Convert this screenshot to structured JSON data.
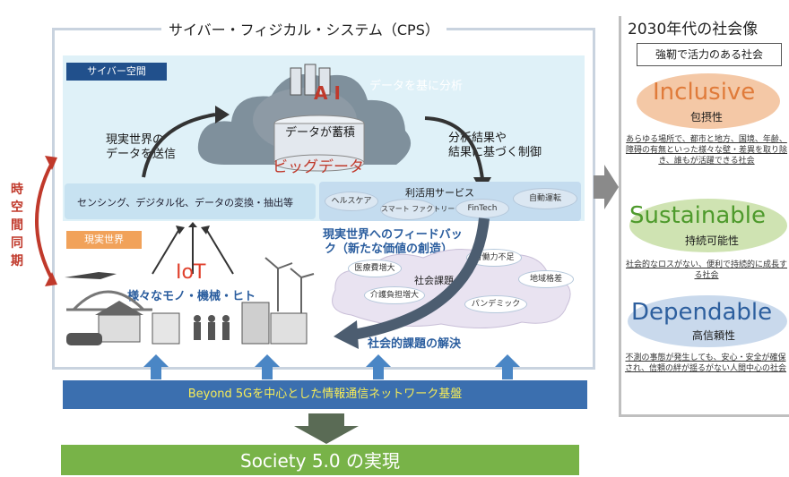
{
  "cps": {
    "title": "サイバー・フィジカル・システム（CPS）",
    "cyber_label": "サイバー空間",
    "physical_label": "現実世界",
    "ai_label": "A I",
    "analysis_label": "データを基に分析",
    "accumulate_label": "データが蓄積",
    "bigdata_label": "ビッグデータ",
    "send_data_label_1": "現実世界の",
    "send_data_label_2": "データを送信",
    "control_label_1": "分析結果や",
    "control_label_2": "結果に基づく制御",
    "sensing_label": "センシング、デジタル化、データの変換・抽出等",
    "services": {
      "title": "利活用サービス",
      "items": [
        "ヘルスケア",
        "スマート\nファクトリー",
        "FinTech",
        "自動運転"
      ]
    },
    "feedback_label_1": "現実世界へのフィードバッ",
    "feedback_label_2": "ク（新たな価値の創造）",
    "issues": {
      "title": "社会課題",
      "items": [
        "医療費増大",
        "労働力不足",
        "介護負担増大",
        "パンデミック",
        "地域格差"
      ]
    },
    "solution_label": "社会的課題の解決",
    "iot_label": "IoT",
    "things_label": "様々なモノ・機械・ヒト"
  },
  "sync_label": "時空間同期",
  "network_label": "Beyond 5Gを中心とした情報通信ネットワーク基盤",
  "society_label": "Society 5.0 の実現",
  "vision": {
    "title": "2030年代の社会像",
    "subtitle": "強靭で活力のある社会",
    "values": [
      {
        "name": "Inclusive",
        "jp": "包摂性",
        "desc": "あらゆる場所で、都市と地方、国境、年齢、障碍の有無といった様々な壁・差異を取り除き、誰もが活躍できる社会",
        "color": "#f4c8a6",
        "text_color": "#e07b3a"
      },
      {
        "name": "Sustainable",
        "jp": "持続可能性",
        "desc": "社会的なロスがない、便利で持続的に成長する社会",
        "color": "#cfe3b2",
        "text_color": "#4e9a2c"
      },
      {
        "name": "Dependable",
        "jp": "高信頼性",
        "desc": "不測の事態が発生しても、安心・安全が確保され、信頼の絆が揺るがない人間中心の社会",
        "color": "#c9d9ec",
        "text_color": "#2d5f9e"
      }
    ]
  },
  "colors": {
    "cyber_tag": "#21508c",
    "real_tag": "#f1a25a",
    "network": "#3b6faf",
    "network_text": "#f6ec58",
    "society": "#78b348",
    "sync": "#c0392b"
  }
}
